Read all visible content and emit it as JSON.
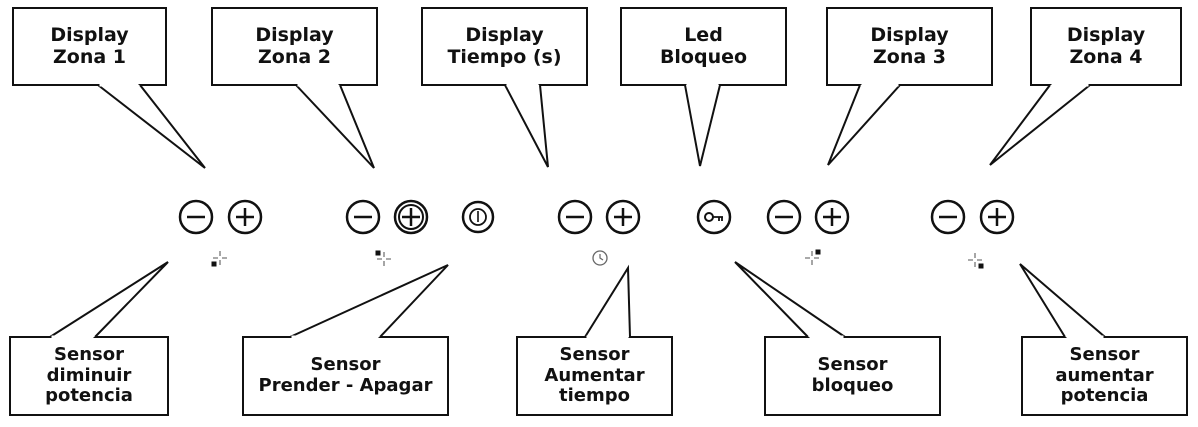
{
  "callouts_top": [
    {
      "id": "display-zona-1",
      "lines": [
        "Display",
        "Zona 1"
      ]
    },
    {
      "id": "display-zona-2",
      "lines": [
        "Display",
        "Zona 2"
      ]
    },
    {
      "id": "display-tiempo",
      "lines": [
        "Display",
        "Tiempo (s)"
      ]
    },
    {
      "id": "led-bloqueo",
      "lines": [
        "Led",
        "Bloqueo"
      ]
    },
    {
      "id": "display-zona-3",
      "lines": [
        "Display",
        "Zona 3"
      ]
    },
    {
      "id": "display-zona-4",
      "lines": [
        "Display",
        "Zona 4"
      ]
    }
  ],
  "callouts_bottom": [
    {
      "id": "sensor-diminuir-potencia",
      "lines": [
        "Sensor",
        "diminuir",
        "potencia"
      ]
    },
    {
      "id": "sensor-prender-apagar",
      "lines": [
        "Sensor",
        "Prender - Apagar"
      ]
    },
    {
      "id": "sensor-aumentar-tiempo",
      "lines": [
        "Sensor",
        "Aumentar",
        "tiempo"
      ]
    },
    {
      "id": "sensor-bloqueo",
      "lines": [
        "Sensor",
        "bloqueo"
      ]
    },
    {
      "id": "sensor-aumentar-potencia",
      "lines": [
        "Sensor",
        "aumentar",
        "potencia"
      ]
    }
  ],
  "controls": [
    {
      "name": "zone-1-minus-button",
      "icon": "minus-icon"
    },
    {
      "name": "zone-1-plus-button",
      "icon": "plus-icon"
    },
    {
      "name": "zone-2-minus-button",
      "icon": "minus-icon"
    },
    {
      "name": "zone-2-plus-button",
      "icon": "plus-icon"
    },
    {
      "name": "power-button",
      "icon": "power-icon"
    },
    {
      "name": "timer-minus-button",
      "icon": "minus-icon"
    },
    {
      "name": "timer-plus-button",
      "icon": "plus-icon"
    },
    {
      "name": "lock-button",
      "icon": "key-icon"
    },
    {
      "name": "zone-3-minus-button",
      "icon": "minus-icon"
    },
    {
      "name": "zone-3-plus-button",
      "icon": "plus-icon"
    },
    {
      "name": "zone-4-minus-button",
      "icon": "minus-icon"
    },
    {
      "name": "zone-4-plus-button",
      "icon": "plus-icon"
    }
  ],
  "indicators": [
    {
      "name": "zone-1-position-icon",
      "icon": "cooking-zone-position-icon"
    },
    {
      "name": "zone-2-position-icon",
      "icon": "cooking-zone-position-icon"
    },
    {
      "name": "timer-clock-icon",
      "icon": "clock-icon"
    },
    {
      "name": "zone-3-position-icon",
      "icon": "cooking-zone-position-icon"
    },
    {
      "name": "zone-4-position-icon",
      "icon": "cooking-zone-position-icon"
    }
  ]
}
